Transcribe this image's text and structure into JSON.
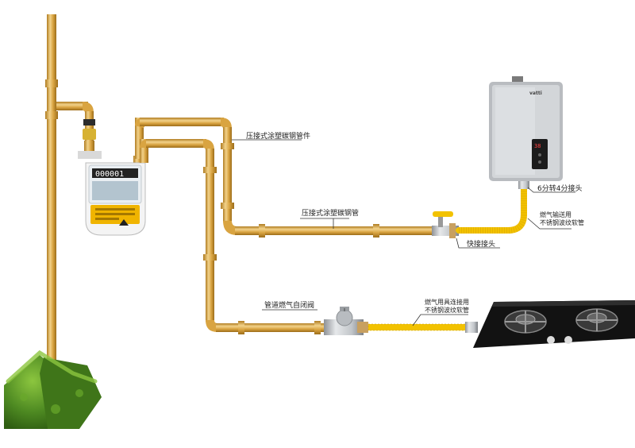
{
  "labels": {
    "fitting": "压接式涂塑碳钢管件",
    "pipe": "压接式涂塑碳钢管",
    "quick_connector": "快接接头",
    "adapter": "6分转4分接头",
    "heater_hose_line1": "燃气输送用",
    "heater_hose_line2": "不锈钢波纹软管",
    "valve": "管道燃气自闭阀",
    "stove_hose_line1": "燃气用具连接用",
    "stove_hose_line2": "不锈钢波纹软管"
  },
  "devices": {
    "meter_digits": "000001",
    "heater_brand": "vatti",
    "heater_display": "38"
  },
  "colors": {
    "pipe": "#d9a441",
    "pipe_highlight": "#f2d28a",
    "pipe_shadow": "#b07d22",
    "hose": "#f2c200",
    "grass": "#4e8a22"
  }
}
